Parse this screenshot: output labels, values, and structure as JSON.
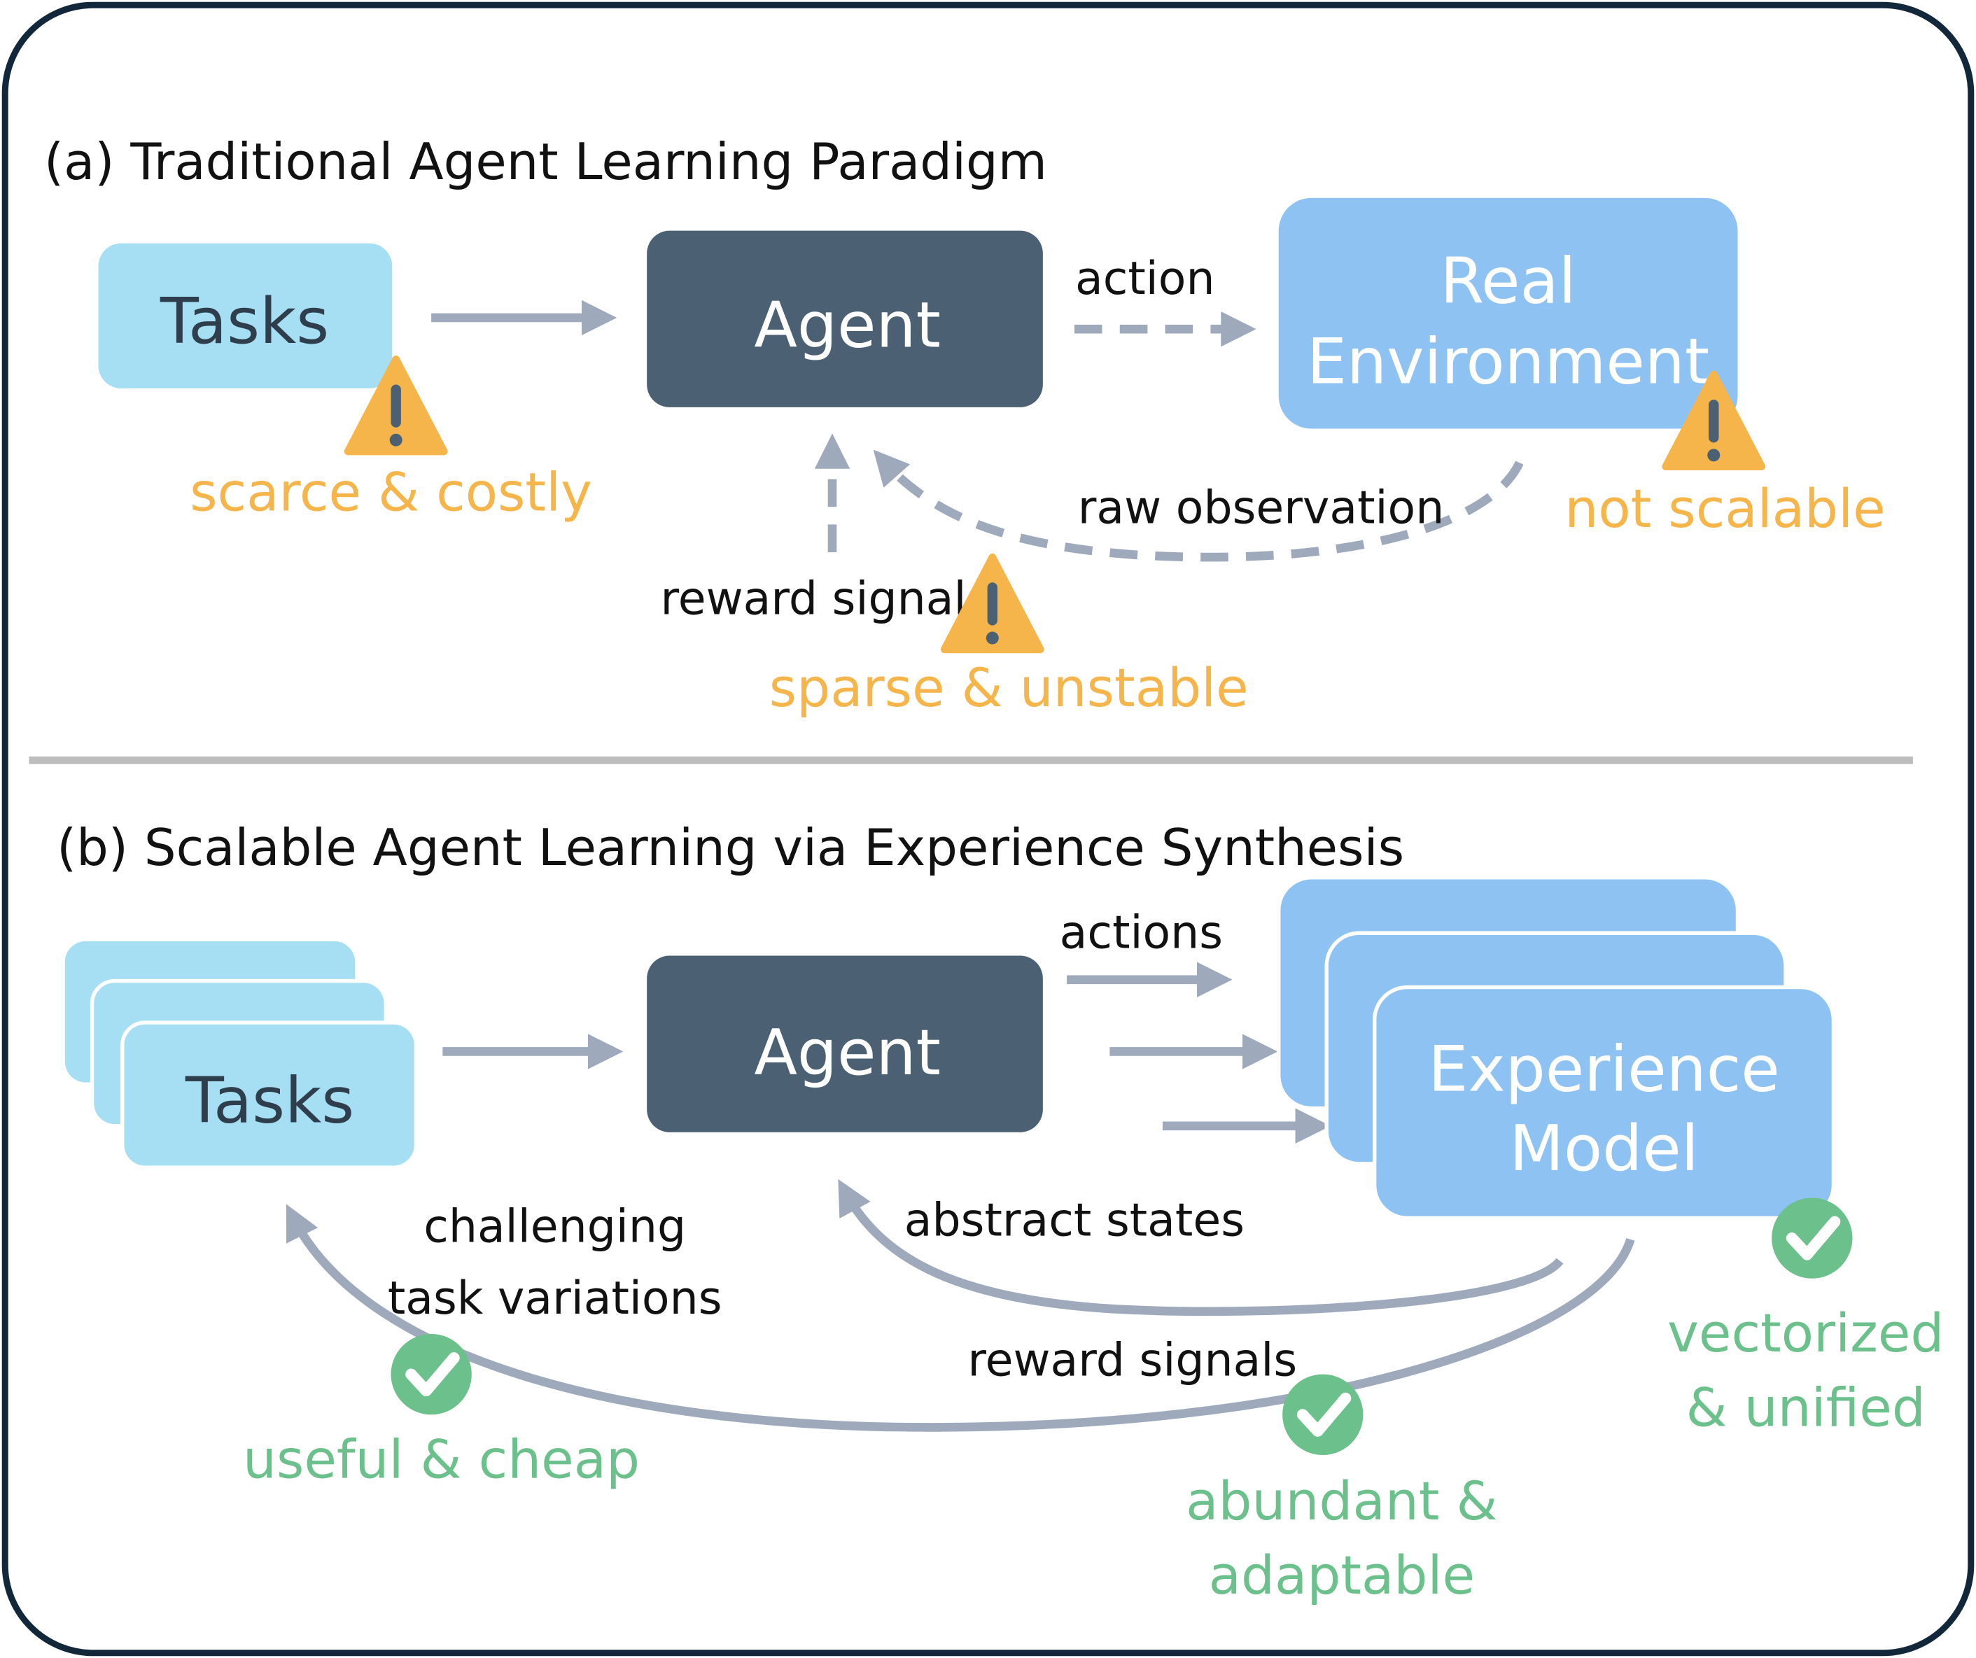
{
  "panel_a": {
    "title": "(a) Traditional Agent Learning Paradigm",
    "tasks": "Tasks",
    "agent": "Agent",
    "env_line1": "Real",
    "env_line2": "Environment",
    "action": "action",
    "raw_observation": "raw observation",
    "reward_signal": "reward signal",
    "warn_tasks": "scarce & costly",
    "warn_env": "not scalable",
    "warn_reward": "sparse & unstable"
  },
  "panel_b": {
    "title": "(b) Scalable Agent Learning via Experience Synthesis",
    "tasks": "Tasks",
    "agent": "Agent",
    "model_line1": "Experience",
    "model_line2": "Model",
    "actions": "actions",
    "abstract_states": "abstract states",
    "reward_signals": "reward signals",
    "task_var_line1": "challenging",
    "task_var_line2": "task variations",
    "ok_tasks": "useful & cheap",
    "ok_reward_line1": "abundant &",
    "ok_reward_line2": "adaptable",
    "ok_model_line1": "vectorized",
    "ok_model_line2": "& unified"
  },
  "colors": {
    "tasks": "#a6dff3",
    "agent": "#4b6072",
    "env": "#8ec2f2",
    "arrow": "#9eaabb",
    "warn": "#f5b54a",
    "ok": "#6cc08b"
  }
}
